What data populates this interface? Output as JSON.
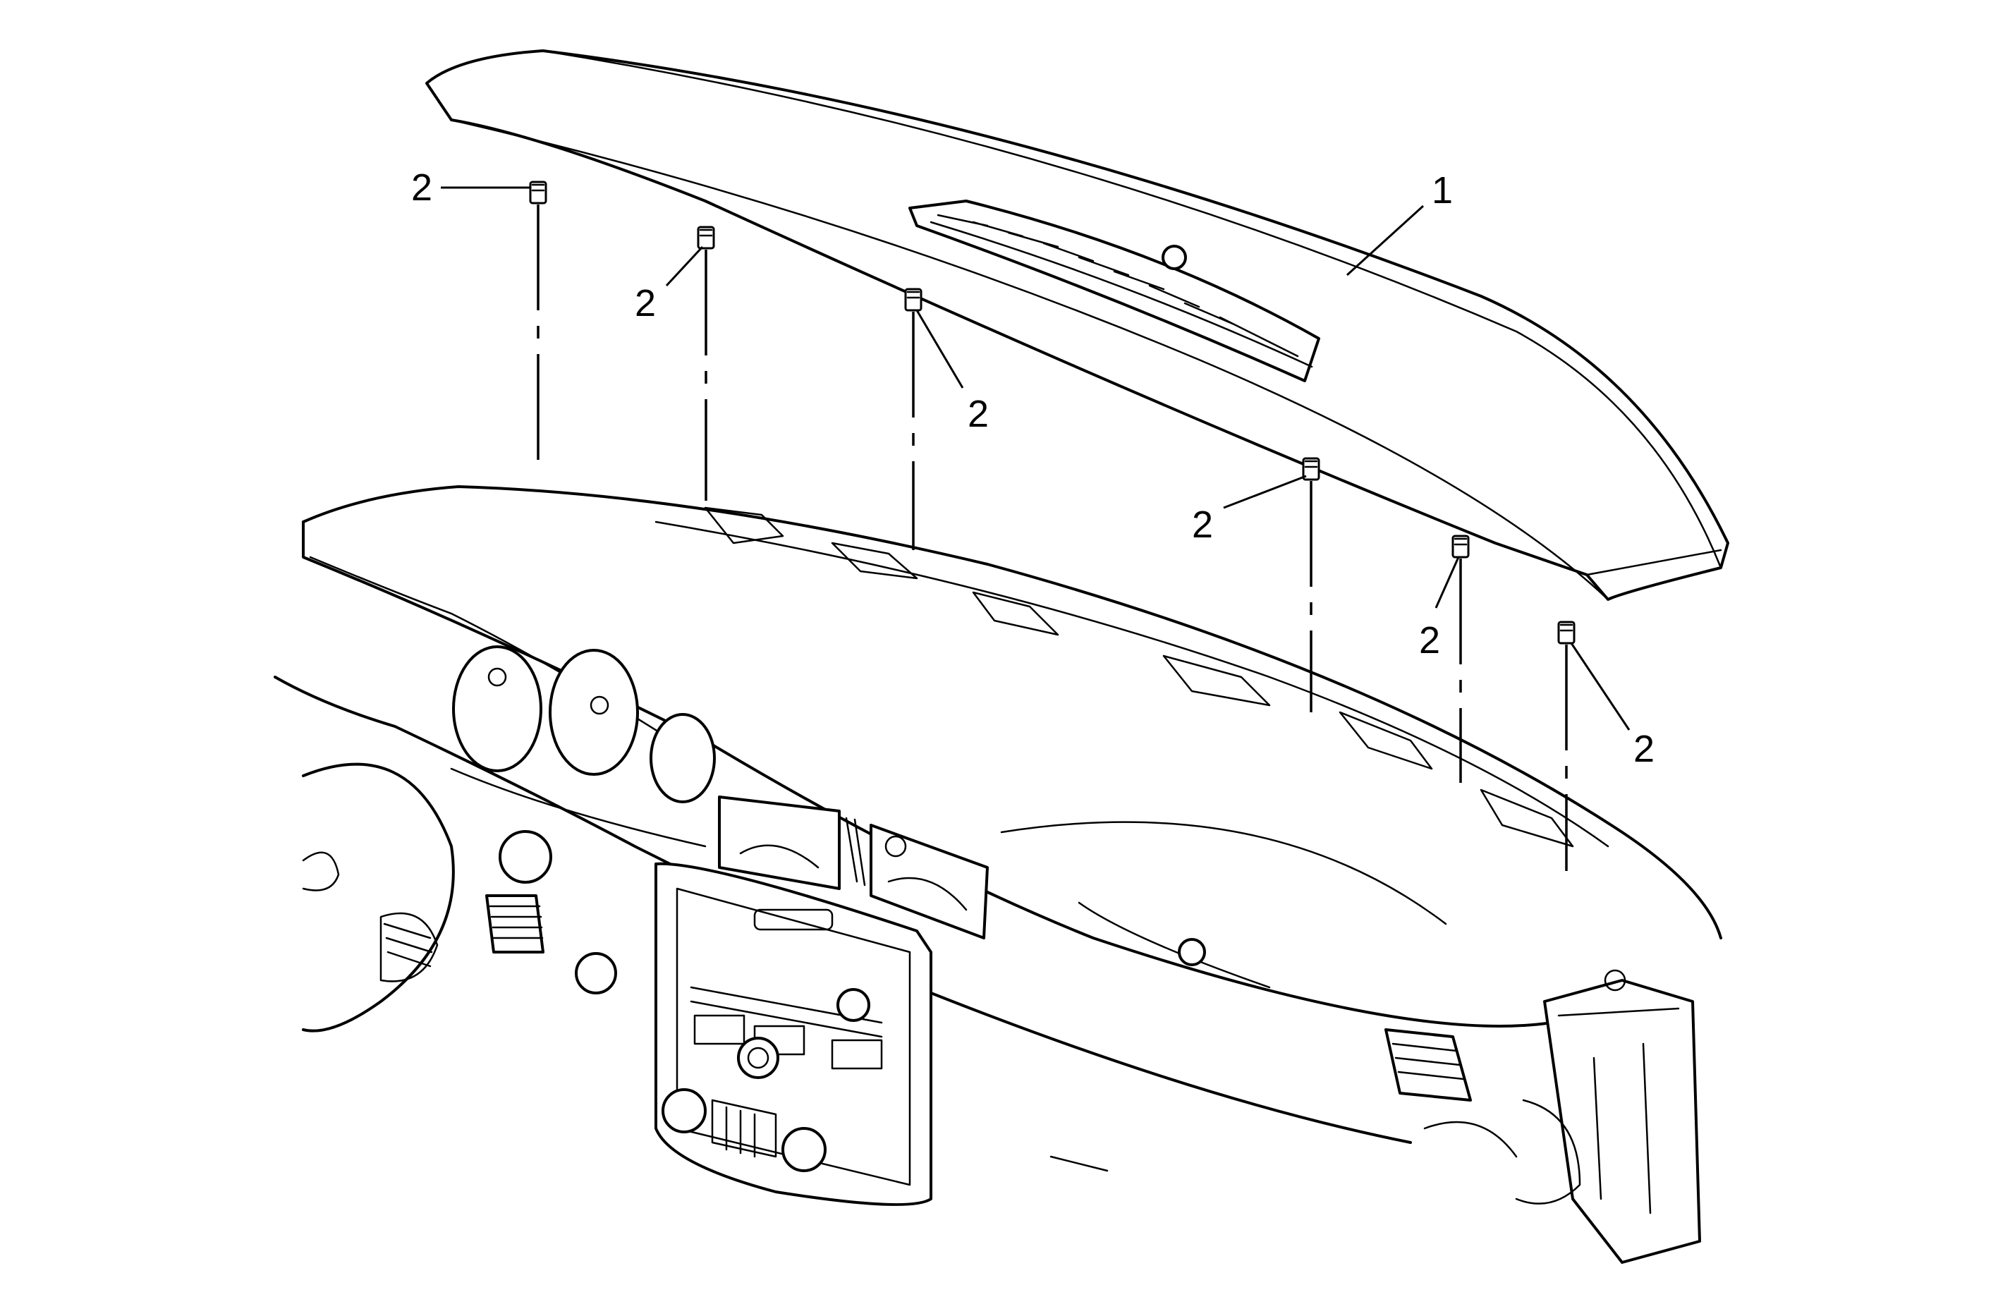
{
  "callouts": {
    "part_1": "1",
    "clip_a": "2",
    "clip_b": "2",
    "clip_c": "2",
    "clip_d": "2",
    "clip_e": "2",
    "clip_f": "2"
  }
}
